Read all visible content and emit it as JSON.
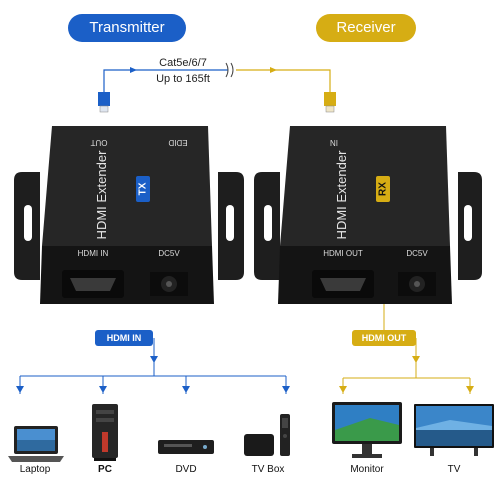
{
  "labels": {
    "transmitter": "Transmitter",
    "receiver": "Receiver",
    "cable_type": "Cat5e/6/7",
    "cable_distance": "Up to 165ft",
    "hdmi_in_badge": "HDMI IN",
    "hdmi_out_badge": "HDMI OUT"
  },
  "transmitter_unit": {
    "port_top_left": "OUT",
    "port_top_right": "EDID",
    "product_name": "HDMI Extender",
    "tag": "TX",
    "port_bottom_left": "HDMI IN",
    "port_bottom_right": "DC5V"
  },
  "receiver_unit": {
    "port_top_left": "IN",
    "product_name": "HDMI Extender",
    "tag": "RX",
    "port_bottom_left": "HDMI OUT",
    "port_bottom_right": "DC5V"
  },
  "source_devices": [
    "Laptop",
    "PC",
    "DVD",
    "TV Box"
  ],
  "display_devices": [
    "Monitor",
    "TV"
  ],
  "colors": {
    "transmitter_blue": "#1b5fc7",
    "receiver_yellow": "#d6ad14",
    "device_body": "#1c1c1c"
  }
}
